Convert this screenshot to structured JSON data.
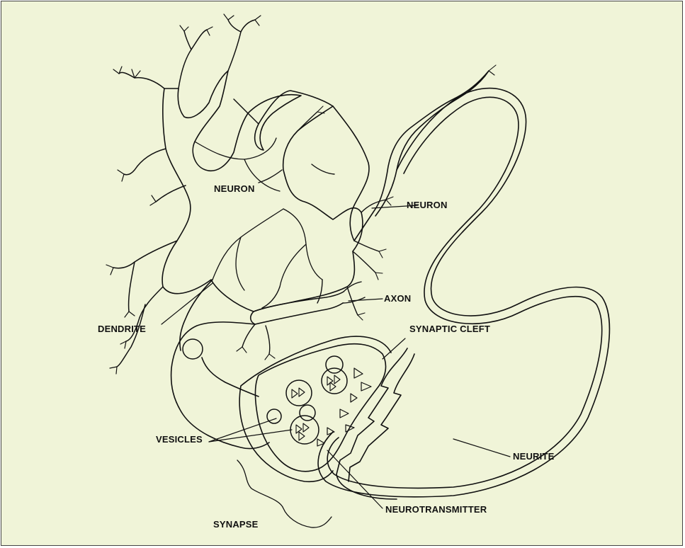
{
  "labels": {
    "neuron_left": "NEURON",
    "neuron_right": "NEURON",
    "axon": "AXON",
    "dendrite": "DENDRITE",
    "synaptic_cleft": "SYNAPTIC CLEFT",
    "vesicles": "VESICLES",
    "neurite": "NEURITE",
    "synapse": "SYNAPSE",
    "neurotransmitter": "NEUROTRANSMITTER"
  },
  "colors": {
    "background": "#f0f4d8",
    "ink": "#111111"
  }
}
